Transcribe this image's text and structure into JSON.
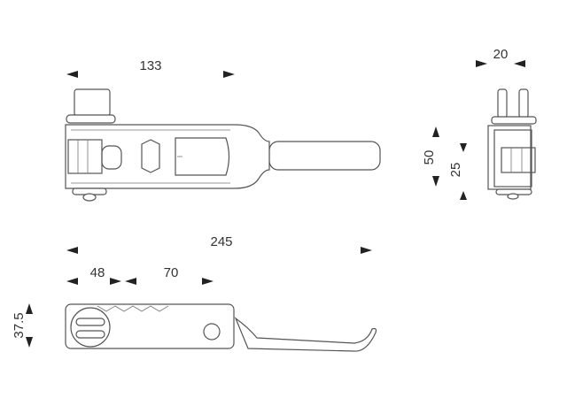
{
  "drawing": {
    "top_view": {
      "width_dim": "133"
    },
    "end_view": {
      "width_dim": "20",
      "height_dim": "50",
      "center_dim": "25"
    },
    "side_view": {
      "length_dim": "245",
      "offset_dim_1": "48",
      "offset_dim_2": "70",
      "height_dim": "37.5"
    },
    "colors": {
      "line": "#555555",
      "text": "#333333"
    }
  }
}
